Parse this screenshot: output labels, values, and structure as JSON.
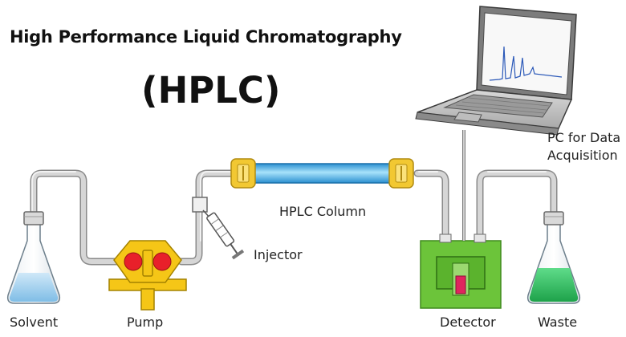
{
  "title": "High Performance Liquid Chromatography",
  "subtitle": "(HPLC)",
  "labels": {
    "solvent": "Solvent",
    "pump": "Pump",
    "injector": "Injector",
    "column": "HPLC Column",
    "detector": "Detector",
    "waste": "Waste",
    "pc_line1": "PC for Data",
    "pc_line2": "Acquisition"
  },
  "colors": {
    "tube": "#c8c8c8",
    "tube_edge": "#8a8a8a",
    "column": "#6fc6ee",
    "fitting": "#f2c832",
    "pump_body": "#f5c617",
    "pump_rotor": "#e8202a",
    "detector": "#6cc43a",
    "detector_cell": "#e0245e",
    "solvent_liquid": "#a9d6f2",
    "waste_liquid": "#33c46a"
  },
  "icons": {
    "solvent": "erlenmeyer-flask-icon",
    "waste": "erlenmeyer-flask-icon",
    "pump": "pump-icon",
    "injector": "syringe-icon",
    "detector": "detector-icon",
    "pc": "laptop-icon"
  }
}
